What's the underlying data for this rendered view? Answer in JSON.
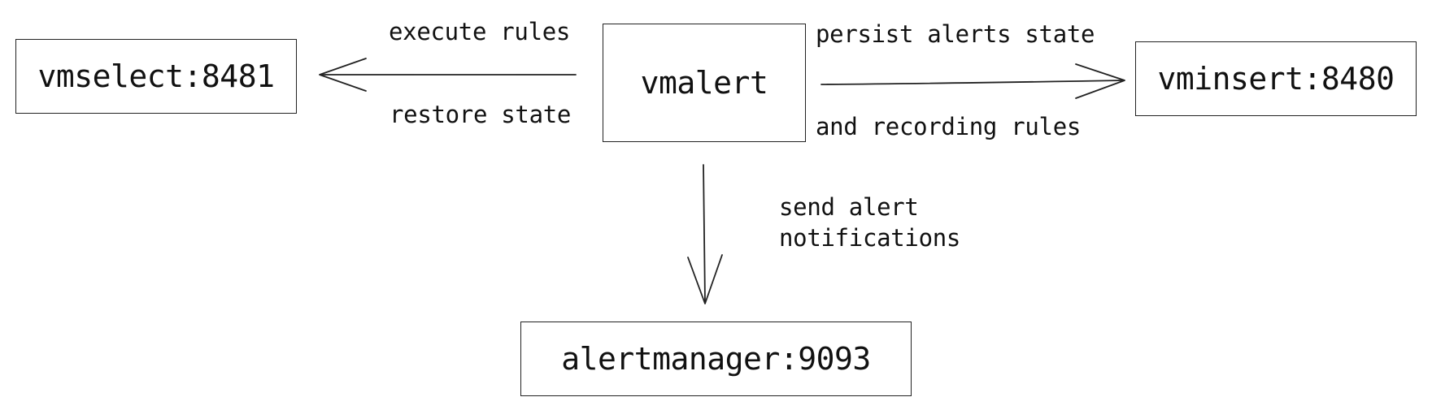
{
  "nodes": {
    "vmselect": "vmselect:8481",
    "vmalert": "vmalert",
    "vminsert": "vminsert:8480",
    "alertmanager": "alertmanager:9093"
  },
  "edges": {
    "to_vmselect": {
      "from": "vmalert",
      "to": "vmselect",
      "label_above": "execute rules",
      "label_below": "restore state"
    },
    "to_vminsert": {
      "from": "vmalert",
      "to": "vminsert",
      "label_above": "persist alerts state",
      "label_below": "and recording rules"
    },
    "to_alertmanager": {
      "from": "vmalert",
      "to": "alertmanager",
      "label_line1": "send alert",
      "label_line2": "notifications"
    }
  }
}
